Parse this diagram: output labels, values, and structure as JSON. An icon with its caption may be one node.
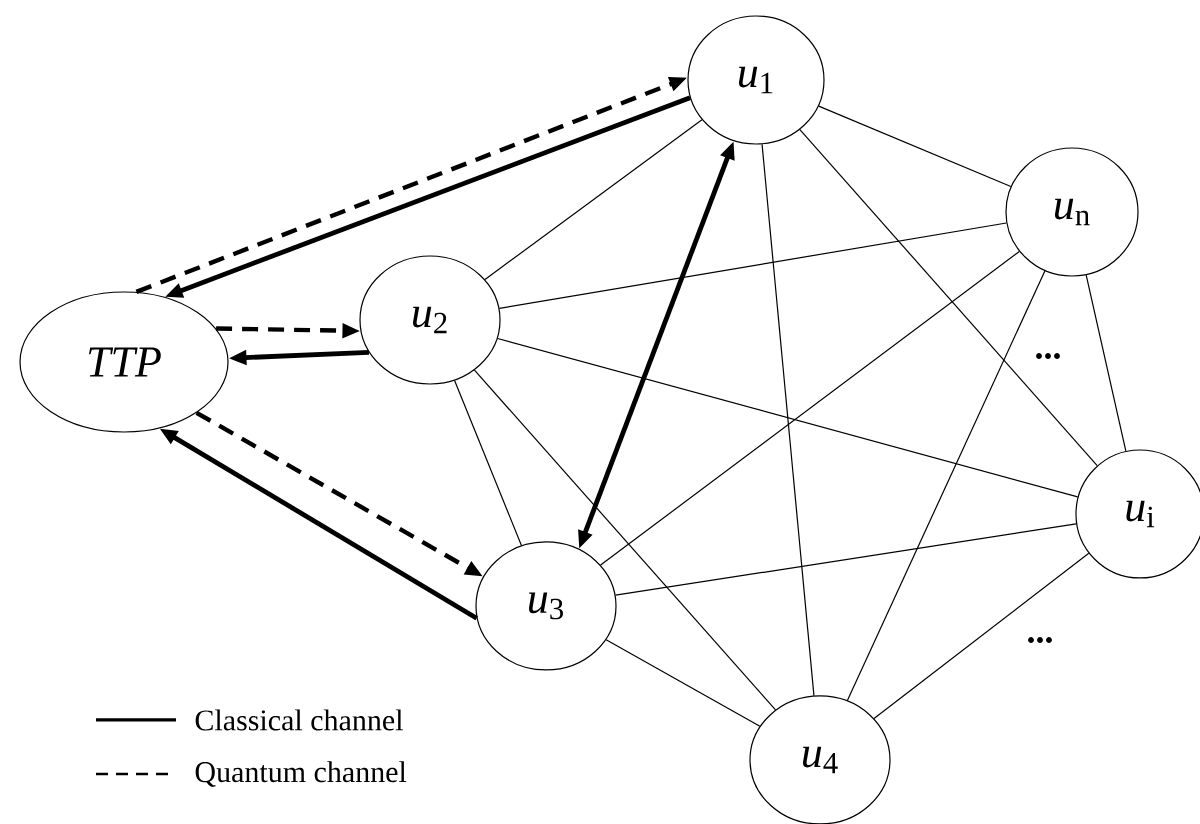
{
  "diagram": {
    "nodes": [
      {
        "text": [
          "*u*$_{1}$"
        ]
      },
      {
        "text": [
          "*u*$_{n}$"
        ]
      },
      {
        "text": [
          "*u*$_{2}$"
        ]
      },
      {
        "text": [
          "TTP"
        ]
      },
      {
        "text": [
          "*u*$_{i}$"
        ]
      },
      {
        "text": [
          "*u*$_{3}$"
        ]
      },
      {
        "text": [
          "*u*$_{4}$"
        ]
      }
    ],
    "edges": [
      {
        "from": 3,
        "to": 0,
        "arrow": "to",
        "style": "dashed"
      },
      {
        "from": 0,
        "to": 3,
        "arrow": "to",
        "style": "thick"
      },
      {
        "from": 3,
        "to": 2,
        "arrow": "to",
        "style": "dashed"
      },
      {
        "from": 2,
        "to": 3,
        "arrow": "to",
        "style": "thick"
      },
      {
        "from": 3,
        "to": 5,
        "arrow": "to",
        "style": "dashed"
      },
      {
        "from": 5,
        "to": 3,
        "arrow": "to",
        "style": "thick"
      },
      {
        "from": 5,
        "to": 0,
        "arrow": "both",
        "style": "thick"
      },
      {
        "from": 0,
        "to": 2,
        "arrow": "none"
      },
      {
        "from": 0,
        "to": 6,
        "arrow": "none"
      },
      {
        "from": 0,
        "to": 1,
        "arrow": "none"
      },
      {
        "from": 0,
        "to": 4,
        "arrow": "none"
      },
      {
        "from": 2,
        "to": 1,
        "arrow": "none"
      },
      {
        "from": 2,
        "to": 4,
        "arrow": "none"
      },
      {
        "from": 2,
        "to": 5,
        "arrow": "none"
      },
      {
        "from": 2,
        "to": 6,
        "arrow": "none"
      },
      {
        "from": 5,
        "to": 1,
        "arrow": "none"
      },
      {
        "from": 5,
        "to": 4,
        "arrow": "none"
      },
      {
        "from": 5,
        "to": 6,
        "arrow": "none"
      },
      {
        "from": 1,
        "to": 6,
        "arrow": "none"
      },
      {
        "from": 1,
        "to": 4,
        "arrow": "none"
      },
      {
        "from": 4,
        "to": 6,
        "arrow": "none"
      }
    ],
    "labels": [
      "...",
      "..."
    ],
    "legend": [
      {
        "text": "Classical channel"
      },
      {
        "text": "Quantum channel"
      }
    ]
  }
}
